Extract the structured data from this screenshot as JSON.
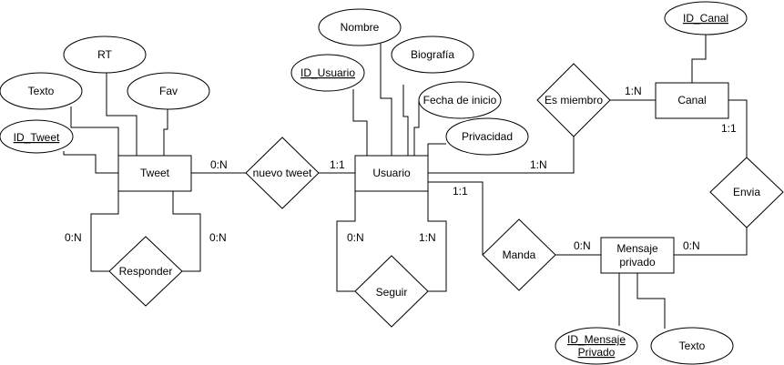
{
  "entities": {
    "tweet": "Tweet",
    "usuario": "Usuario",
    "canal": "Canal",
    "mensaje_privado": [
      "Mensaje",
      "privado"
    ]
  },
  "relationships": {
    "nuevo_tweet": "nuevo tweet",
    "responder": "Responder",
    "seguir": "Seguir",
    "es_miembro": "Es miembro",
    "manda": "Manda",
    "envia": "Envia"
  },
  "attributes": {
    "rt": "RT",
    "texto_tweet": "Texto",
    "fav": "Fav",
    "id_tweet": "ID_Tweet",
    "nombre": "Nombre",
    "id_usuario": "ID_Usuario",
    "biografia": "Biografía",
    "fecha_inicio": "Fecha de inicio",
    "privacidad": "Privacidad",
    "id_canal": "ID_Canal",
    "id_mensaje": [
      "ID_Mensaje",
      "Privado"
    ],
    "texto_mensaje": "Texto"
  },
  "cardinalities": {
    "tweet_nuevo": "0:N",
    "nuevo_usuario": "1:1",
    "usuario_miembro": "1:N",
    "miembro_canal": "1:N",
    "canal_envia": "1:1",
    "envia_mensaje": "0:N",
    "usuario_manda": "1:1",
    "manda_mensaje": "0:N",
    "responder_left": "0:N",
    "responder_right": "0:N",
    "seguir_left": "0:N",
    "seguir_right": "1:N"
  }
}
